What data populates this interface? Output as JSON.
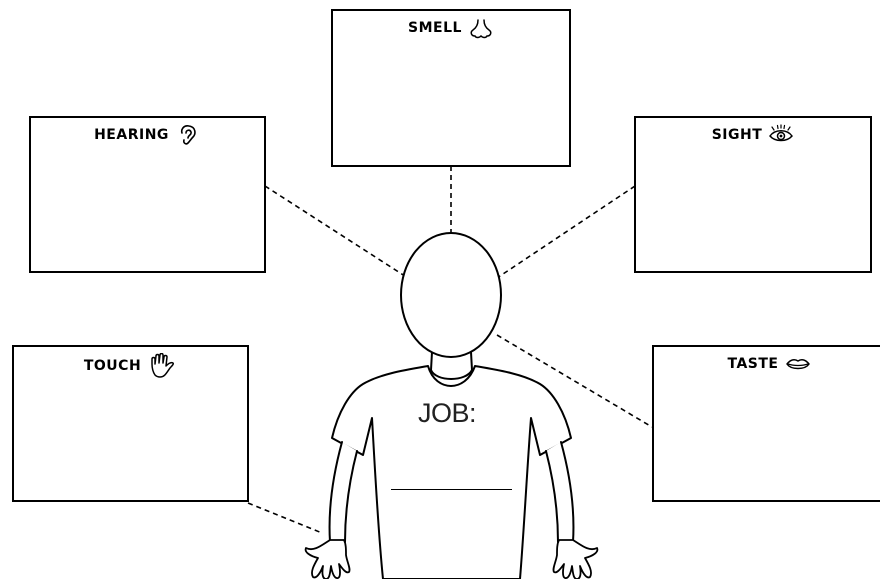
{
  "senses": {
    "smell": {
      "label": "SMELL",
      "icon": "nose-icon"
    },
    "hearing": {
      "label": "HEARING",
      "icon": "ear-icon"
    },
    "sight": {
      "label": "SIGHT",
      "icon": "eye-icon"
    },
    "touch": {
      "label": "TOUCH",
      "icon": "hand-icon"
    },
    "taste": {
      "label": "TASTE",
      "icon": "lips-icon"
    }
  },
  "job": {
    "label": "JOB:"
  },
  "colors": {
    "stroke": "#000000",
    "background": "#ffffff"
  }
}
